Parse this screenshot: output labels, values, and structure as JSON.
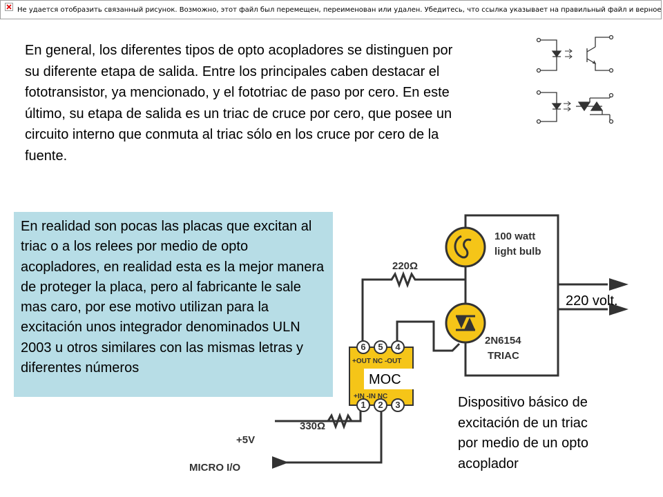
{
  "broken_image_message": "Не удается отобразить связанный рисунок. Возможно, этот файл был перемещен, переименован или удален. Убедитесь, что ссылка указывает на правильный файл и верное размещение.",
  "intro_paragraph": "En general, los diferentes tipos de opto acopladores se distinguen por su diferente etapa de salida. Entre los principales caben destacar el fototransistor, ya mencionado,  y el fototriac de paso por cero. En este último, su etapa de salida es un triac de cruce por cero, que posee un circuito interno que conmuta al triac sólo en los cruce por cero de la fuente.",
  "note_paragraph": "En realidad son pocas las placas que excitan al triac o a los relees por medio de opto acopladores, en realidad esta es la mejor manera de proteger la placa, pero al fabricante le sale mas caro, por ese motivo utilizan para la excitación unos integrador denominados ULN 2003 u otros similares con las mismas letras y diferentes números",
  "voltage_label": "220 volt.",
  "caption": "Dispositivo básico de excitación de un triac por medio de un opto acoplador",
  "circuit": {
    "bulb_label_1": "100 watt",
    "bulb_label_2": "light bulb",
    "resistor_top": "220Ω",
    "triac_part": "2N6154",
    "triac_name": "TRIAC",
    "pins_top": [
      "6",
      "5",
      "4"
    ],
    "pin_labels_top": "+OUT NC -OUT",
    "chip_label": "MOC",
    "pin_labels_bottom": "+IN -IN NC",
    "pins_bottom": [
      "1",
      "2",
      "3"
    ],
    "resistor_bottom": "330Ω",
    "supply_label": "+5V",
    "micro_label": "MICRO I/O"
  },
  "colors": {
    "note_background": "#b7dde6",
    "component_fill": "#f5c518",
    "wire": "#333333"
  }
}
